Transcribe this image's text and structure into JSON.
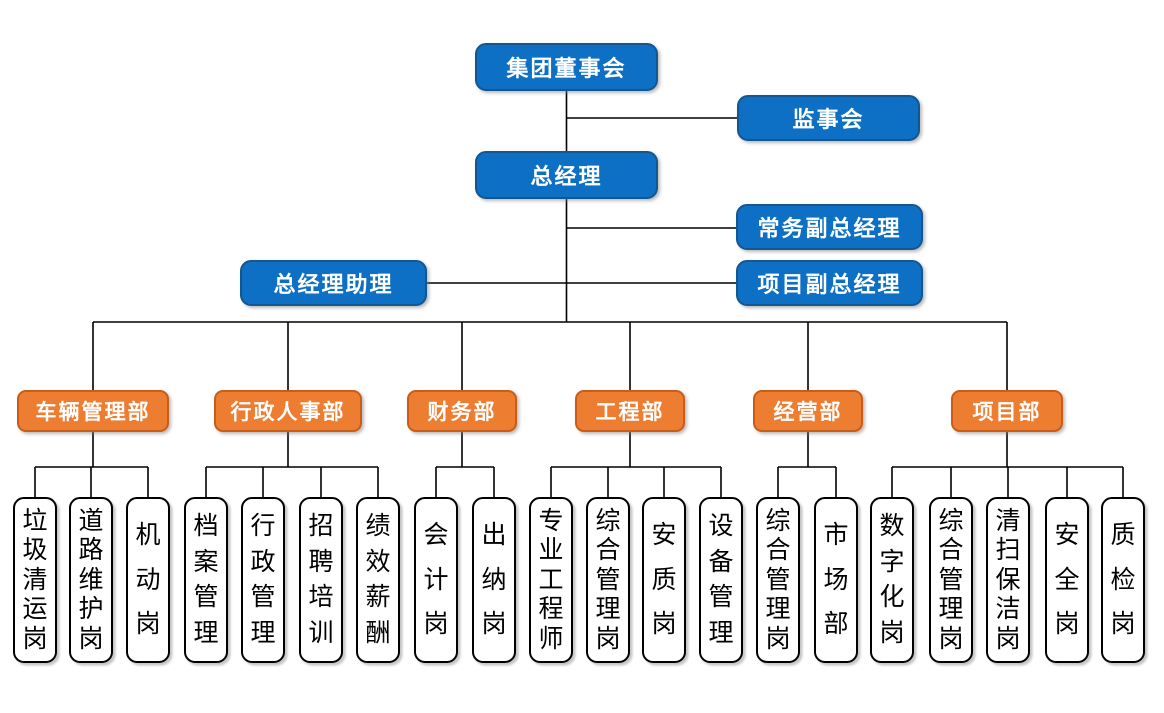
{
  "executives": {
    "board": "集团董事会",
    "supervisory": "监事会",
    "gm": "总经理",
    "exec_deputy_gm": "常务副总经理",
    "project_deputy_gm": "项目副总经理",
    "gm_assistant": "总经理助理"
  },
  "departments": [
    {
      "label": "车辆管理部",
      "positions": [
        "垃圾清运岗",
        "道路维护岗",
        "机动岗"
      ]
    },
    {
      "label": "行政人事部",
      "positions": [
        "档案管理",
        "行政管理",
        "招聘培训",
        "绩效薪酬"
      ]
    },
    {
      "label": "财务部",
      "positions": [
        "会计岗",
        "出纳岗"
      ]
    },
    {
      "label": "工程部",
      "positions": [
        "专业工程师",
        "综合管理岗",
        "安质岗",
        "设备管理"
      ]
    },
    {
      "label": "经营部",
      "positions": [
        "综合管理岗",
        "市场部"
      ]
    },
    {
      "label": "项目部",
      "positions": [
        "数字化岗",
        "综合管理岗",
        "清扫保洁岗",
        "安全岗",
        "质检岗"
      ]
    }
  ],
  "colors": {
    "executive_fill": "#0d70c4",
    "executive_border": "#14568f",
    "department_fill": "#ed7d31",
    "department_border": "#c95d17",
    "position_fill": "#ffffff",
    "position_border": "#000000",
    "connector": "#000000"
  }
}
